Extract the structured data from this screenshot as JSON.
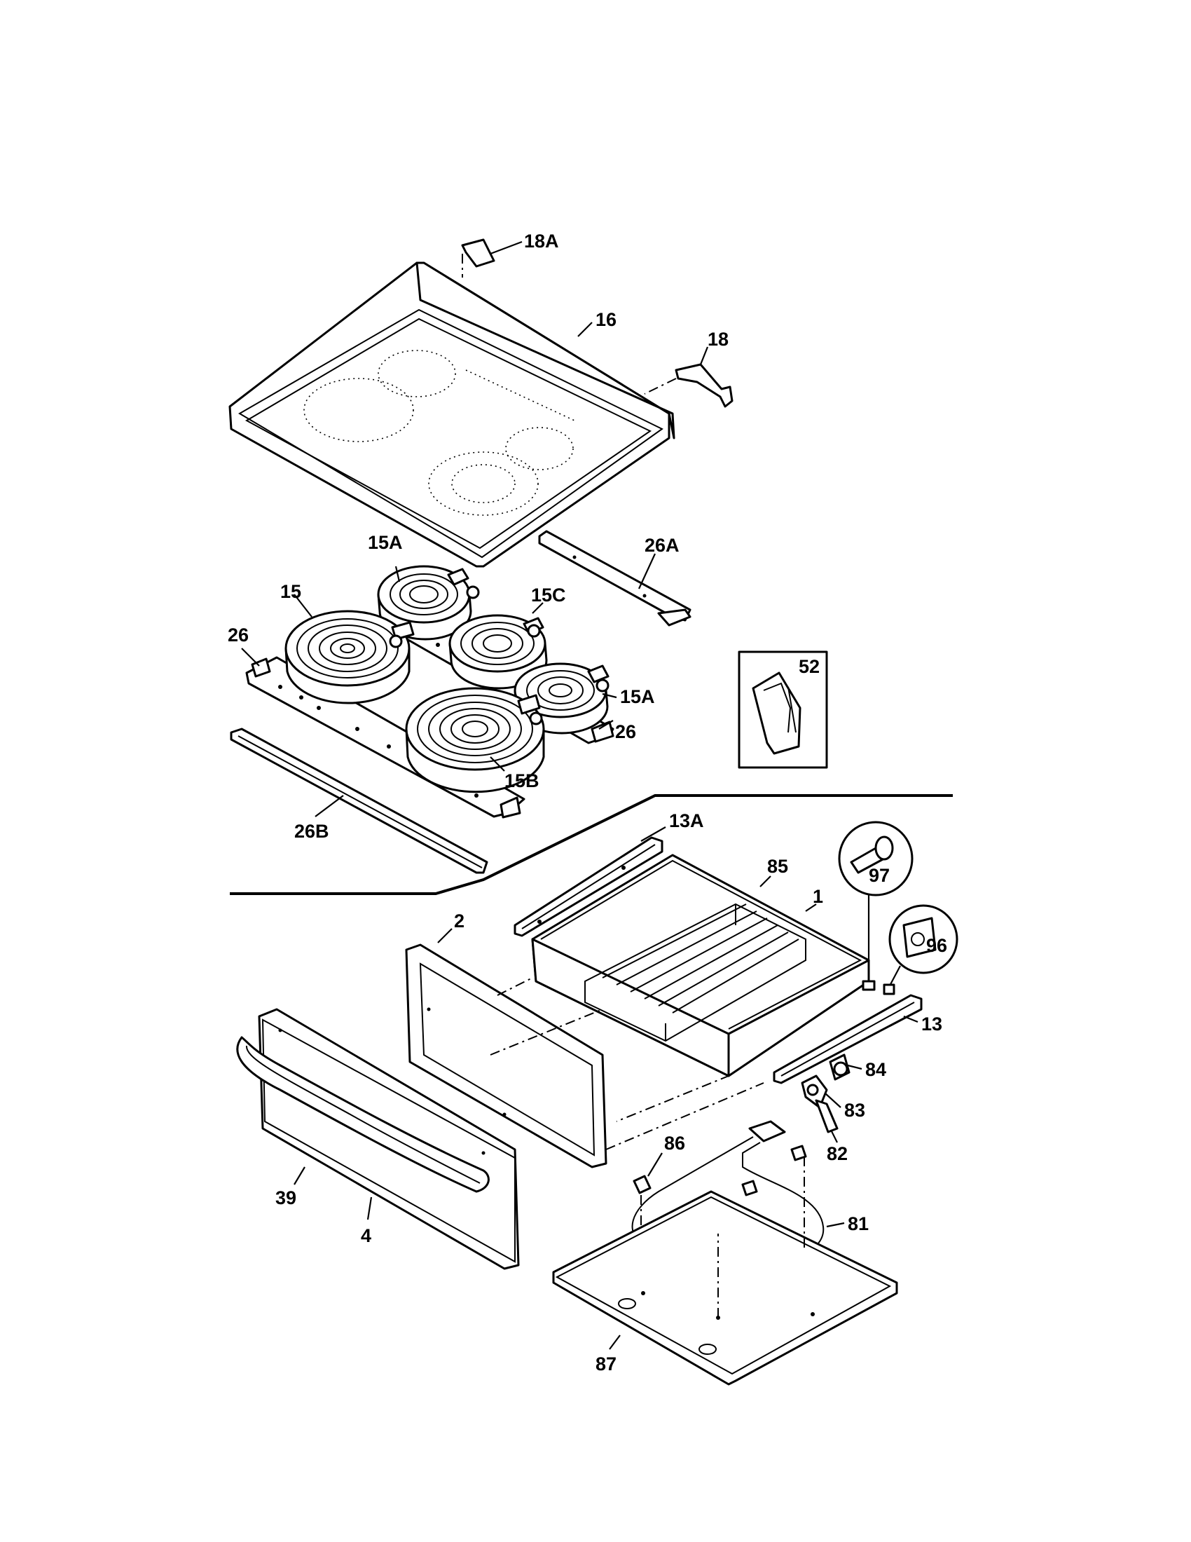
{
  "labels": {
    "p18A": "18A",
    "p16": "16",
    "p18": "18",
    "p26A": "26A",
    "p15A_top": "15A",
    "p15": "15",
    "p15C": "15C",
    "p26_left": "26",
    "p52": "52",
    "p15A_right": "15A",
    "p26_right": "26",
    "p15B": "15B",
    "p26B": "26B",
    "p13A": "13A",
    "p85": "85",
    "p97": "97",
    "p1": "1",
    "p2": "2",
    "p96": "96",
    "p13": "13",
    "p84": "84",
    "p83": "83",
    "p82": "82",
    "p86": "86",
    "p39": "39",
    "p81": "81",
    "p4": "4",
    "p87": "87"
  }
}
